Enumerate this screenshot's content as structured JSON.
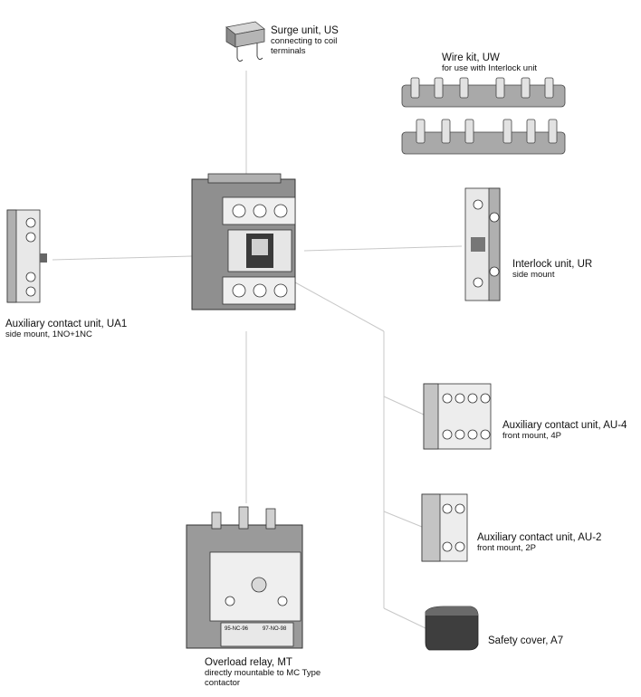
{
  "accessories": [
    {
      "title": "Surge unit, US",
      "subtitle": "connecting to coil terminals"
    },
    {
      "title": "Wire kit, UW",
      "subtitle": "for use with Interlock unit"
    },
    {
      "title": "Interlock unit, UR",
      "subtitle": "side mount"
    },
    {
      "title": "Auxiliary contact unit, UA1",
      "subtitle": "side mount, 1NO+1NC"
    },
    {
      "title": "Auxiliary contact unit, AU-4",
      "subtitle": "front mount, 4P"
    },
    {
      "title": "Auxiliary contact unit, AU-2",
      "subtitle": "front mount, 2P"
    },
    {
      "title": "Safety cover, A7",
      "subtitle": ""
    },
    {
      "title": "Overload relay, MT",
      "subtitle": "directly mountable to MC Type contactor"
    }
  ],
  "relay_markings": {
    "left": "95-NC-96",
    "right": "97-NO-98"
  },
  "colors": {
    "line": "#c8c8c8",
    "body": "#9a9a9a",
    "face": "#efefef",
    "dark": "#4a4a4a",
    "cover": "#3e3e3e"
  }
}
